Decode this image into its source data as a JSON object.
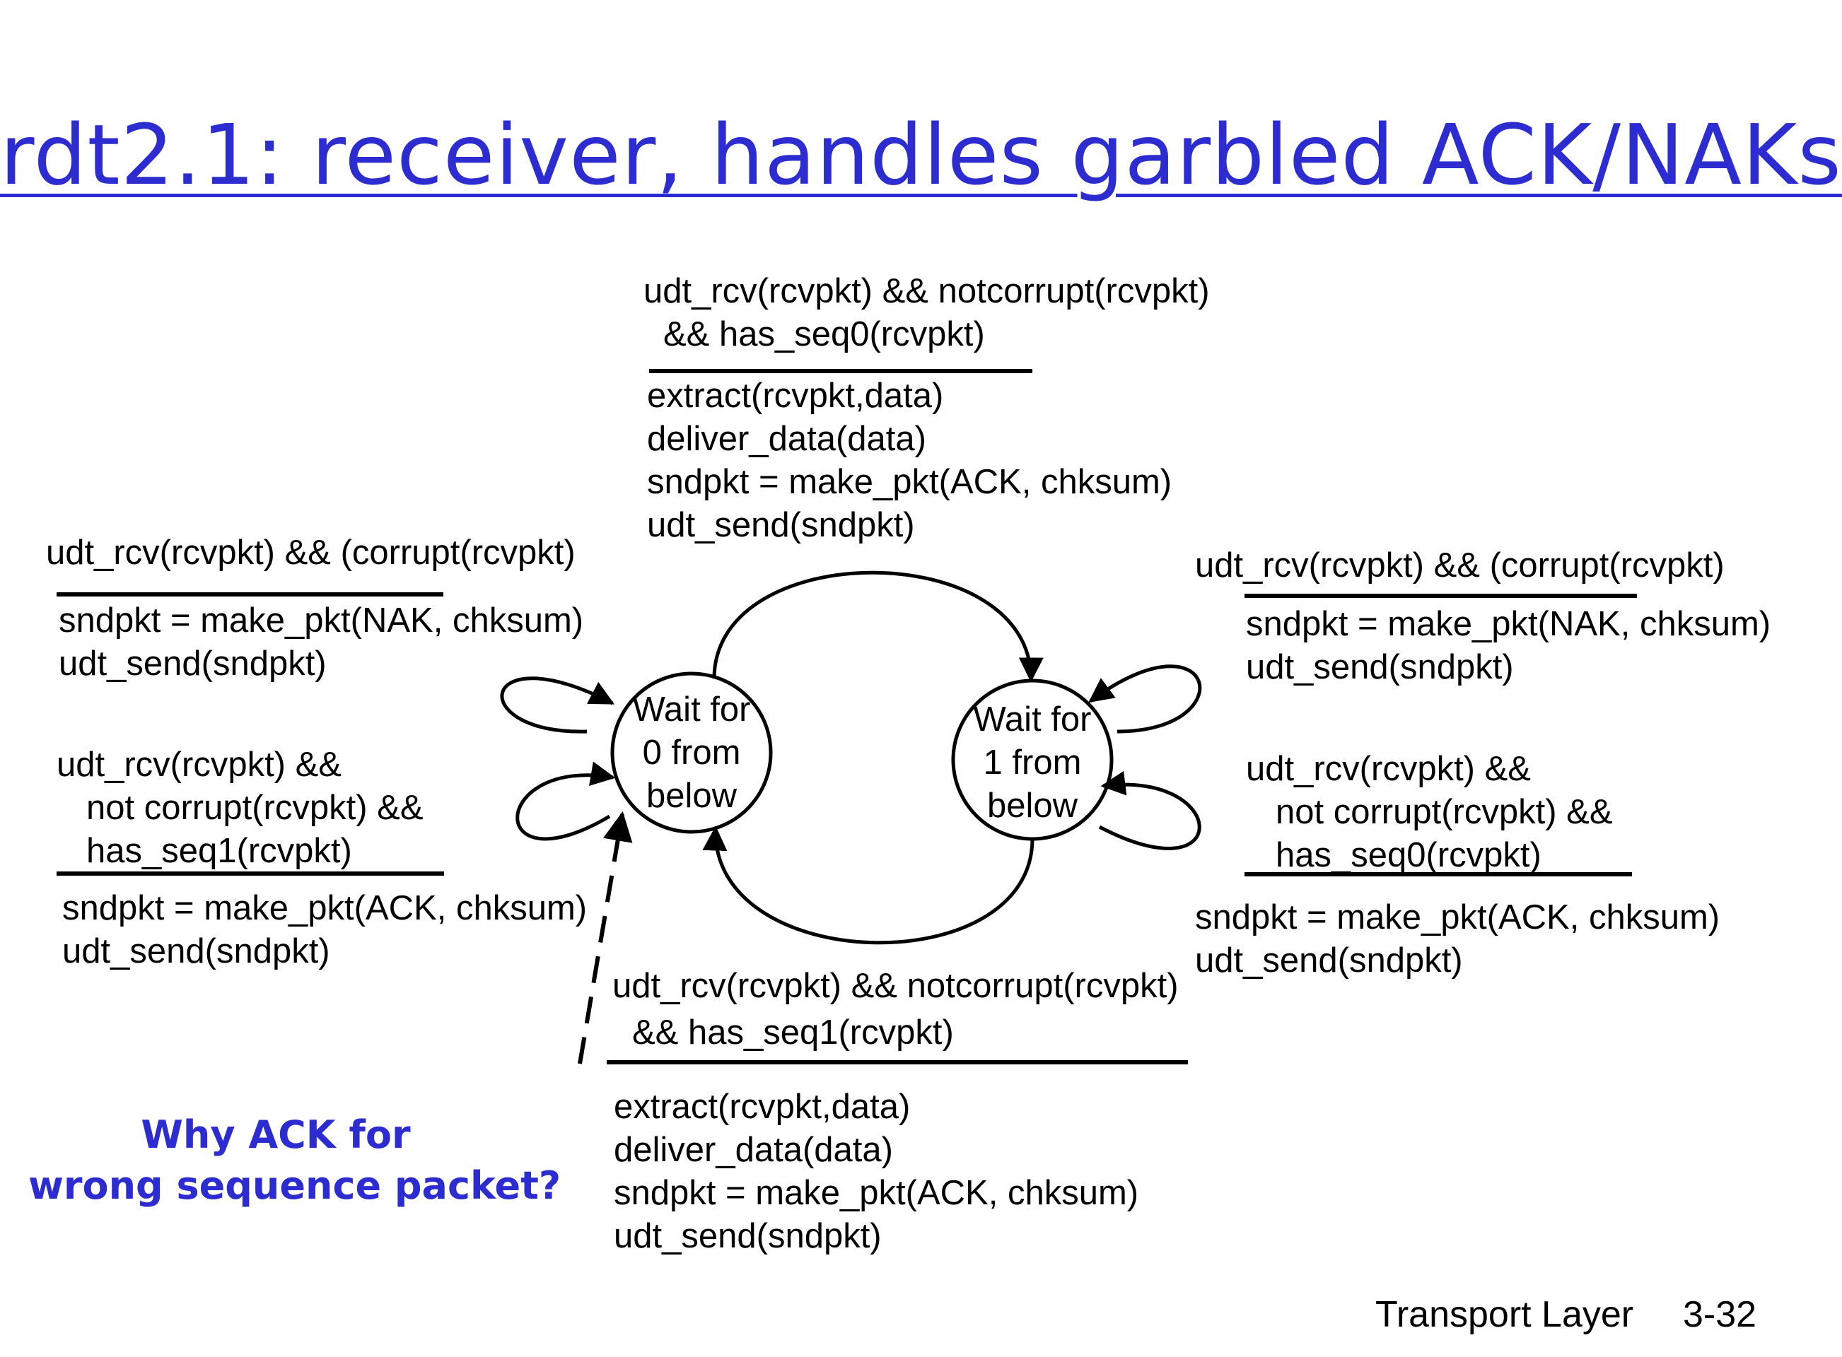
{
  "title": "rdt2.1: receiver, handles garbled ACK/NAKs",
  "states": {
    "s0": {
      "lines": [
        "Wait for",
        "0 from",
        "below"
      ]
    },
    "s1": {
      "lines": [
        "Wait for",
        "1 from",
        "below"
      ]
    }
  },
  "transitions": {
    "s0_to_s1": {
      "condition": [
        "udt_rcv(rcvpkt) && notcorrupt(rcvpkt)",
        "&& has_seq0(rcvpkt)"
      ],
      "actions": [
        "extract(rcvpkt,data)",
        "deliver_data(data)",
        "sndpkt = make_pkt(ACK, chksum)",
        "udt_send(sndpkt)"
      ]
    },
    "s0_self_corrupt": {
      "condition": [
        "udt_rcv(rcvpkt) && (corrupt(rcvpkt)"
      ],
      "actions": [
        "sndpkt = make_pkt(NAK, chksum)",
        "udt_send(sndpkt)"
      ]
    },
    "s0_self_seq1": {
      "condition": [
        "udt_rcv(rcvpkt) &&",
        "not corrupt(rcvpkt) &&",
        "has_seq1(rcvpkt)"
      ],
      "actions": [
        "sndpkt = make_pkt(ACK, chksum)",
        "udt_send(sndpkt)"
      ]
    },
    "s1_self_corrupt": {
      "condition": [
        "udt_rcv(rcvpkt) && (corrupt(rcvpkt)"
      ],
      "actions": [
        "sndpkt = make_pkt(NAK, chksum)",
        "udt_send(sndpkt)"
      ]
    },
    "s1_self_seq0": {
      "condition": [
        "udt_rcv(rcvpkt) &&",
        "not corrupt(rcvpkt) &&",
        "has_seq0(rcvpkt)"
      ],
      "actions": [
        "sndpkt = make_pkt(ACK, chksum)",
        "udt_send(sndpkt)"
      ]
    },
    "s1_to_s0": {
      "condition": [
        "udt_rcv(rcvpkt) && notcorrupt(rcvpkt)",
        "&& has_seq1(rcvpkt)"
      ],
      "actions": [
        "extract(rcvpkt,data)",
        "deliver_data(data)",
        "sndpkt = make_pkt(ACK, chksum)",
        "udt_send(sndpkt)"
      ]
    }
  },
  "question": [
    "Why ACK for",
    "wrong sequence packet?"
  ],
  "footer": {
    "section": "Transport Layer",
    "page": "3-32"
  },
  "colors": {
    "title": "#2c2cd0",
    "question": "#2c2cd0",
    "ink": "#000000"
  }
}
